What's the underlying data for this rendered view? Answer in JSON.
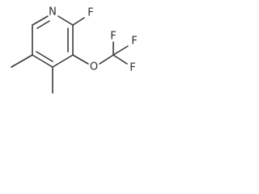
{
  "molecule": {
    "atoms": {
      "n_ring": "N",
      "f_ring": "F",
      "o_ether": "O",
      "f_cf3_top": "F",
      "f_cf3_right": "F",
      "f_cf3_bottom": "F"
    }
  }
}
